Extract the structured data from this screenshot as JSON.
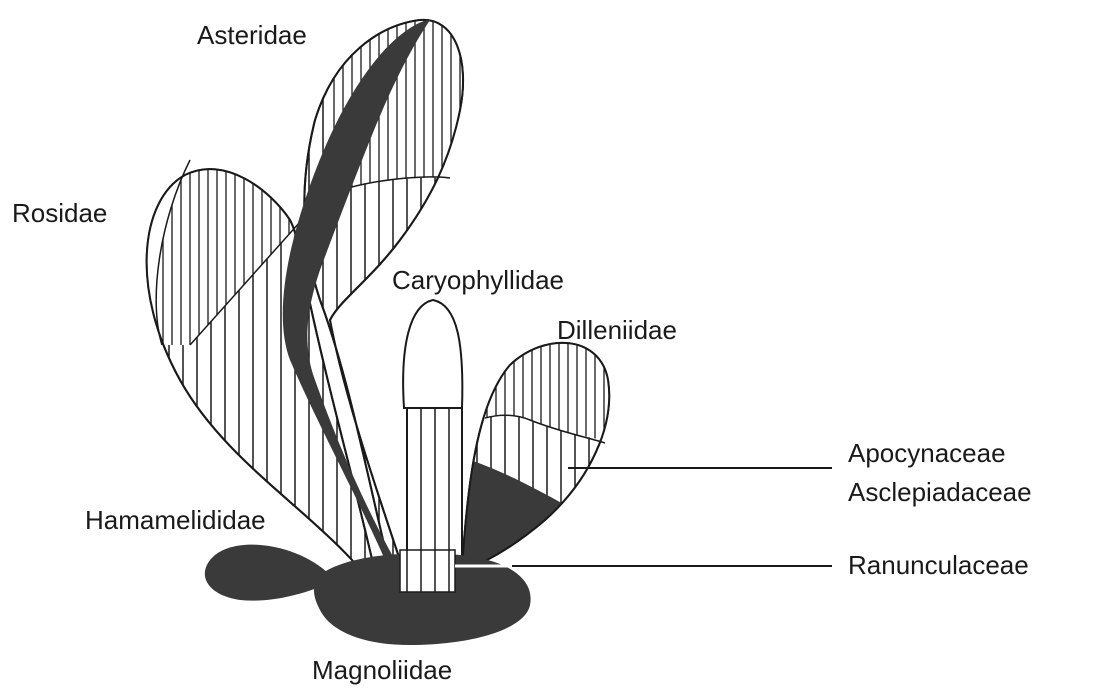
{
  "labels": {
    "asteridae": "Asteridae",
    "rosidae": "Rosidae",
    "caryophyllidae": "Caryophyllidae",
    "dilleniidae": "Dilleniidae",
    "hamamelididae": "Hamamelididae",
    "magnoliidae": "Magnoliidae",
    "apocynaceae": "Apocynaceae",
    "asclepiadaceae": "Asclepiadaceae",
    "ranunculaceae": "Ranunculaceae"
  },
  "colors": {
    "dark_fill": "#3a3a3a",
    "line": "#1a1a1a",
    "background": "#ffffff"
  }
}
